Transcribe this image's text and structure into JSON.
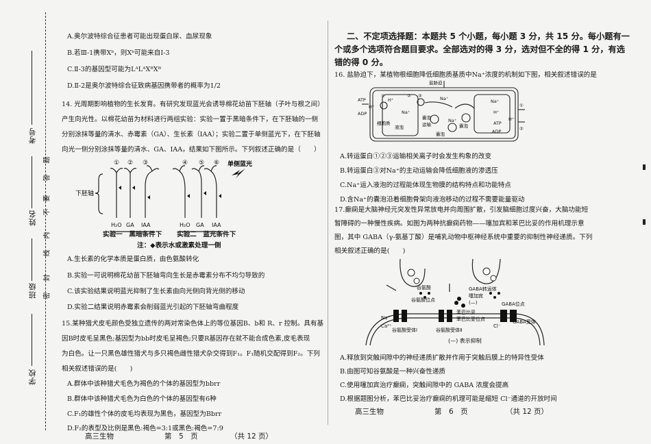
{
  "binding": {
    "labels": {
      "school": "学校",
      "class": "班级",
      "name": "姓名",
      "exam_no": "考号"
    },
    "seal_chars": [
      "题",
      "答",
      "要",
      "不",
      "内",
      "线",
      "封",
      "密"
    ]
  },
  "left_page": {
    "q13_options": [
      "A.奥尔波特综合征患者可能出现蛋白尿、血尿现象",
      "B.若Ⅲ-1携带Xᵇ，则Xᵇ可能来自Ⅰ-3",
      "C.Ⅱ-3的基因型可能为LᴬLᴬXᴮXᴮ",
      "D.Ⅱ-2是奥尔波特综合征致病基因携带者的概率为1/2"
    ],
    "q14_stem": [
      "14. 光周期影响植物的生长发育。有研究发现蓝光会诱导棉花幼苗下胚轴（子叶与根之间）",
      "产生向光性。以棉花幼苗为材料进行两组实验：实验一置于黑暗条件下，在下胚轴的一侧",
      "分别涂抹等量的清水、赤霉素（GA）、生长素（IAA）；实验二置于单侧蓝光下，在下胚轴",
      "向光一侧分别涂抹等量的清水、GA、IAA，结果如下图所示。下列叙述正确的是（　　）"
    ],
    "figure14": {
      "circled_numbers": [
        "①",
        "②",
        "③",
        "④",
        "⑤",
        "⑥"
      ],
      "treatments": [
        "H₂O",
        "GA",
        "IAA",
        "H₂O",
        "GA",
        "IAA"
      ],
      "hypocotyl_label": "下胚轴",
      "light_label": "单侧蓝光",
      "exp1_label": "实验一　黑暗条件下",
      "exp2_label": "实验二　蓝光条件下",
      "note": "注：◆表示水或激素处理一侧"
    },
    "q14_options": [
      "A.生长素的化学本质是蛋白质，由色氨酸转化",
      "B.实验一可说明棉花幼苗下胚轴弯向生长是赤霉素分布不均匀导致的",
      "C.该实验结果说明蓝光抑制了生长素由向光侧向背光侧的移动",
      "D.实验二结果说明赤霉素会削弱蓝光引起的下胚轴弯曲程度"
    ],
    "q15_stem": [
      "15.某种猎犬皮毛颜色受独立遗传的两对常染色体上的等位基因B、b和 R、r 控制。具有基",
      "因B时皮毛呈黑色;基因型为bb时皮毛呈褐色;只要R基因存在就不能合成色素,皮毛表现",
      "为白色。让一只黑色雄性猎犬与多只褐色雌性猎犬杂交得到F₁。F₁随机交配得到F₂。下列",
      "相关叙述错误的是(　　)"
    ],
    "q15_options": [
      "A.群体中该种猎犬毛色为褐色的个体的基因型为bbrr",
      "B.群体中该种猎犬毛色为白色的个体的基因型有6种",
      "C.F₁的雄性个体的皮毛均表现为黑色，基因型为Bbrr",
      "D.F₂的表型及比例是黑色:褐色=3:1或黑色:褐色=7:9"
    ],
    "footer": {
      "subject": "高三生物",
      "page": "第　5　页",
      "total": "（共 12 页）"
    }
  },
  "right_page": {
    "section2_lines": [
      "二、不定项选择题：本题共 5 个小题，每小题 3 分，共 15 分。每小题有一",
      "个或多个选项符合题目要求。全部选对的得 3 分，选对但不全的得 1 分，有选",
      "错的得 0 分。"
    ],
    "q16_stem": "16. 盐胁迫下，某植物根细胞降低细胞质基质中Na⁺浓度的机制如下图，相关叙述错误的是",
    "figure16": {
      "title": "盐胁迫",
      "labels": [
        "ATP",
        "H⁺",
        "ADP",
        "H⁺",
        "细胞质",
        "液泡",
        "①",
        "②",
        "③",
        "Na⁺",
        "Na⁺",
        "囊泡",
        "运输",
        "囊泡",
        "Na⁺",
        "囊泡",
        "Na⁺",
        "H⁺",
        "ATP",
        "H⁺",
        "ADP",
        "①",
        "②"
      ]
    },
    "q16_options": [
      "A.转运蛋白①②③运输相关离子时会发生构象的改变",
      "B.转运蛋白③对Na⁺的主动运输会降低细胞液的渗透压",
      "C.Na⁺运入液泡的过程能体现生物膜的结构特点和功能特点",
      "D.含Na⁺的囊泡沿着细胞骨架向液泡移动的过程不需要能量驱动"
    ],
    "q17_stem": [
      "17.癫痫是大脑神经元突发性异常放电并向周围扩散，引发脑细胞过度兴奋，大脑功能短",
      "暂障碍的一种慢性疾病。如图为两种抗癫痫药物——噻加宾和苯巴比妥的作用机理示意",
      "图，其中 GABA（γ-氨基丁酸）是哺乳动物中枢神经系统中重要的抑制性神经递质。下列",
      "相关叙述正确的是(　　)"
    ],
    "figure17": {
      "labels": [
        "GABA转运体",
        "噻加宾",
        "(—)",
        "谷氨酸",
        "谷氨酸位点",
        "苯巴比妥",
        "苯巴比妥位点",
        "GABA位点",
        "Na⁺",
        "Ca²⁺",
        "谷氨酸受体Ⅰ",
        "谷氨酸受体Ⅱ",
        "Cl⁻",
        "GABA受体",
        "(—) 表示抑制"
      ]
    },
    "q17_options": [
      "A.释放到突触间隙中的神经递质扩散并作用于突触后膜上的特异性受体",
      "B.由图可知谷氨酸是一种兴奋性递质",
      "C.使用噻加宾治疗癫痫，突触间隙中的 GABA 浓度会提高",
      "D.根据题图分析，苯巴比妥治疗癫痫的机理可能是缩短 Cl⁻通道的开放时间"
    ],
    "footer": {
      "subject": "高三生物",
      "page": "第　6　页",
      "total": "（共 12 页）"
    }
  }
}
